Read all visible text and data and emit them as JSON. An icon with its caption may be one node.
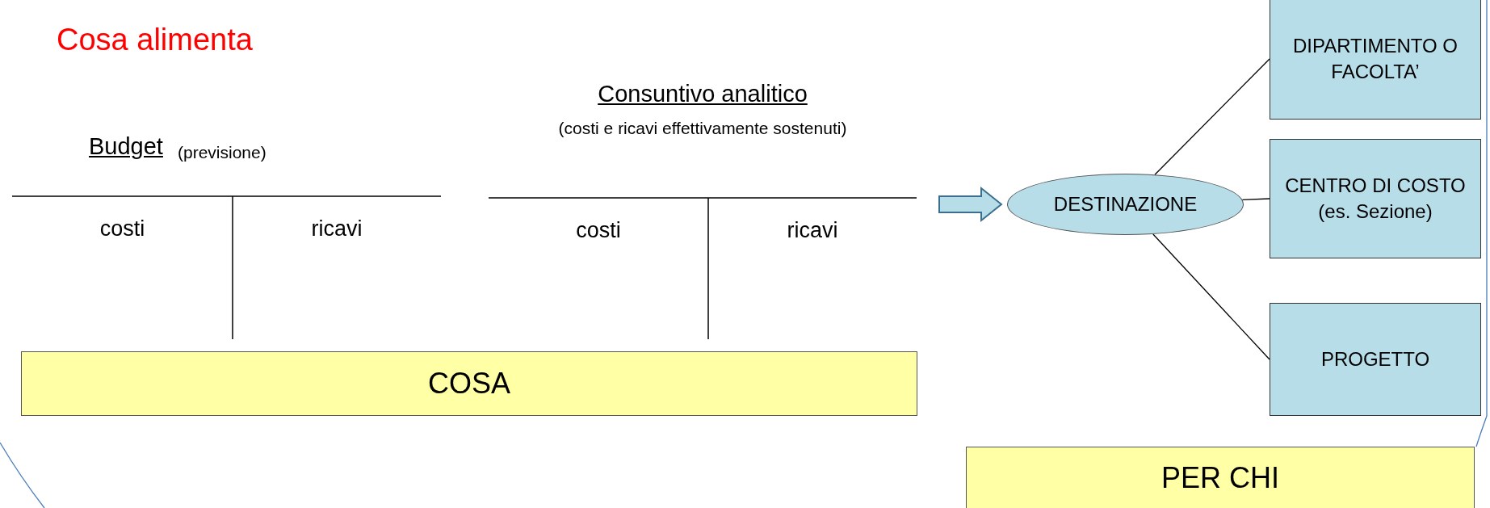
{
  "diagram": {
    "title": "Cosa alimenta",
    "nodes": [
      {
        "text": [
          "Budget",
          "(previsione)",
          "costi",
          "ricavi"
        ]
      },
      {
        "text": [
          "Consuntivo analitico",
          "(costi e ricavi effettivamente sostenuti)",
          "costi",
          "ricavi"
        ]
      },
      {
        "text": [
          "COSA"
        ]
      },
      {
        "text": [
          "DESTINAZIONE"
        ]
      },
      {
        "text": [
          "DIPARTIMENTO O FACOLTA’"
        ]
      },
      {
        "text": [
          "CENTRO DI COSTO (es. Sezione)"
        ]
      },
      {
        "text": [
          "PROGETTO"
        ]
      },
      {
        "text": [
          "PER CHI"
        ]
      }
    ],
    "edges": [
      {
        "from": 1,
        "to": 3,
        "arrow": "to",
        "style": "thick"
      },
      {
        "from": 3,
        "to": 4,
        "arrow": "none"
      },
      {
        "from": 3,
        "to": 5,
        "arrow": "none"
      },
      {
        "from": 3,
        "to": 6,
        "arrow": "none"
      }
    ]
  }
}
